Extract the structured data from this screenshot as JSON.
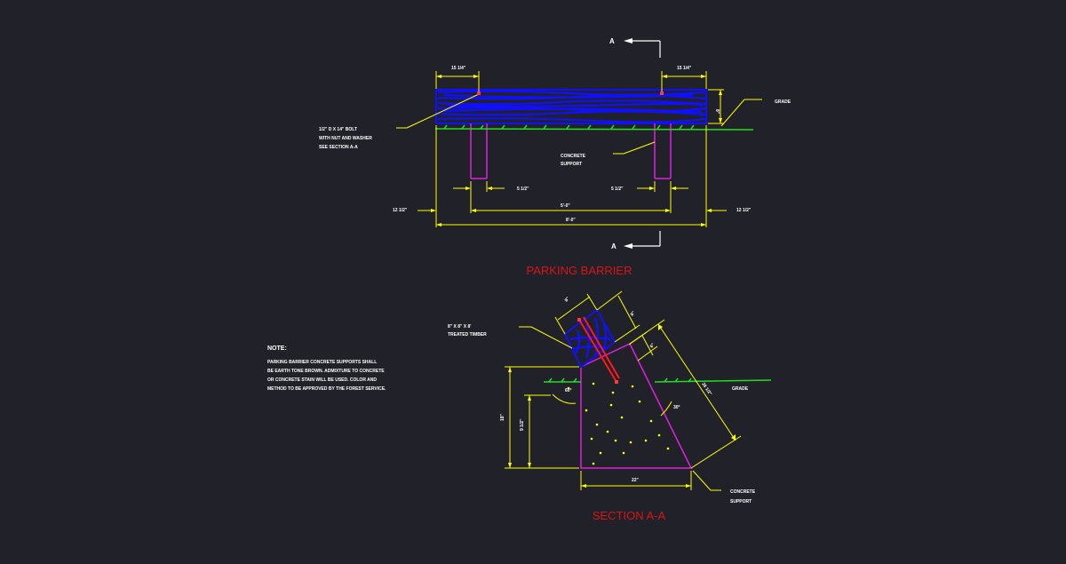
{
  "colors": {
    "background": "#212229",
    "dimension": "#ffff00",
    "timber": "#1010ff",
    "post": "#e020e0",
    "grade": "#22dd22",
    "title": "#d81418",
    "text": "#ffffff"
  },
  "elevation": {
    "title": "PARKING BARRIER",
    "section_mark": "A",
    "dims": {
      "top_left": "15 1/4\"",
      "top_right": "15 1/4\"",
      "timber_height": "8\"",
      "post_left": "5 1/2\"",
      "post_right": "5 1/2\"",
      "end_left": "12 1/2\"",
      "end_right": "12 1/2\"",
      "between_posts": "5'-0\"",
      "overall": "8'-0\""
    },
    "labels": {
      "bolt_line1": "1/2\" D X 14\" BOLT",
      "bolt_line2": "WITH NUT AND WASHER",
      "bolt_line3": "SEE SECTION A-A",
      "grade": "GRADE",
      "support_line1": "CONCRETE",
      "support_line2": "SUPPORT"
    }
  },
  "section": {
    "title": "SECTION A-A",
    "labels": {
      "timber_line1": "8\" X 8\" X 8'",
      "timber_line2": "TREATED TIMBER",
      "grade": "GRADE",
      "support_line1": "CONCRETE",
      "support_line2": "SUPPORT"
    },
    "dims": {
      "top_a": "8\"",
      "top_b": "8\"",
      "top_c": "6\"",
      "slope": "28 1/2\"",
      "angle_left": "60°",
      "angle_right": "30°",
      "height_total": "18\"",
      "height_inner": "9 1/2\"",
      "base": "22\""
    }
  },
  "note": {
    "heading": "NOTE:",
    "lines": [
      "PARKING BARRIER CONCRETE SUPPORTS SHALL",
      "BE EARTH TONE BROWN.  ADMIXTURE TO CONCRETE",
      "OR CONCRETE STAIN WILL BE USED.  COLOR AND",
      "METHOD TO BE APPROVED BY THE FOREST SERVICE."
    ]
  }
}
